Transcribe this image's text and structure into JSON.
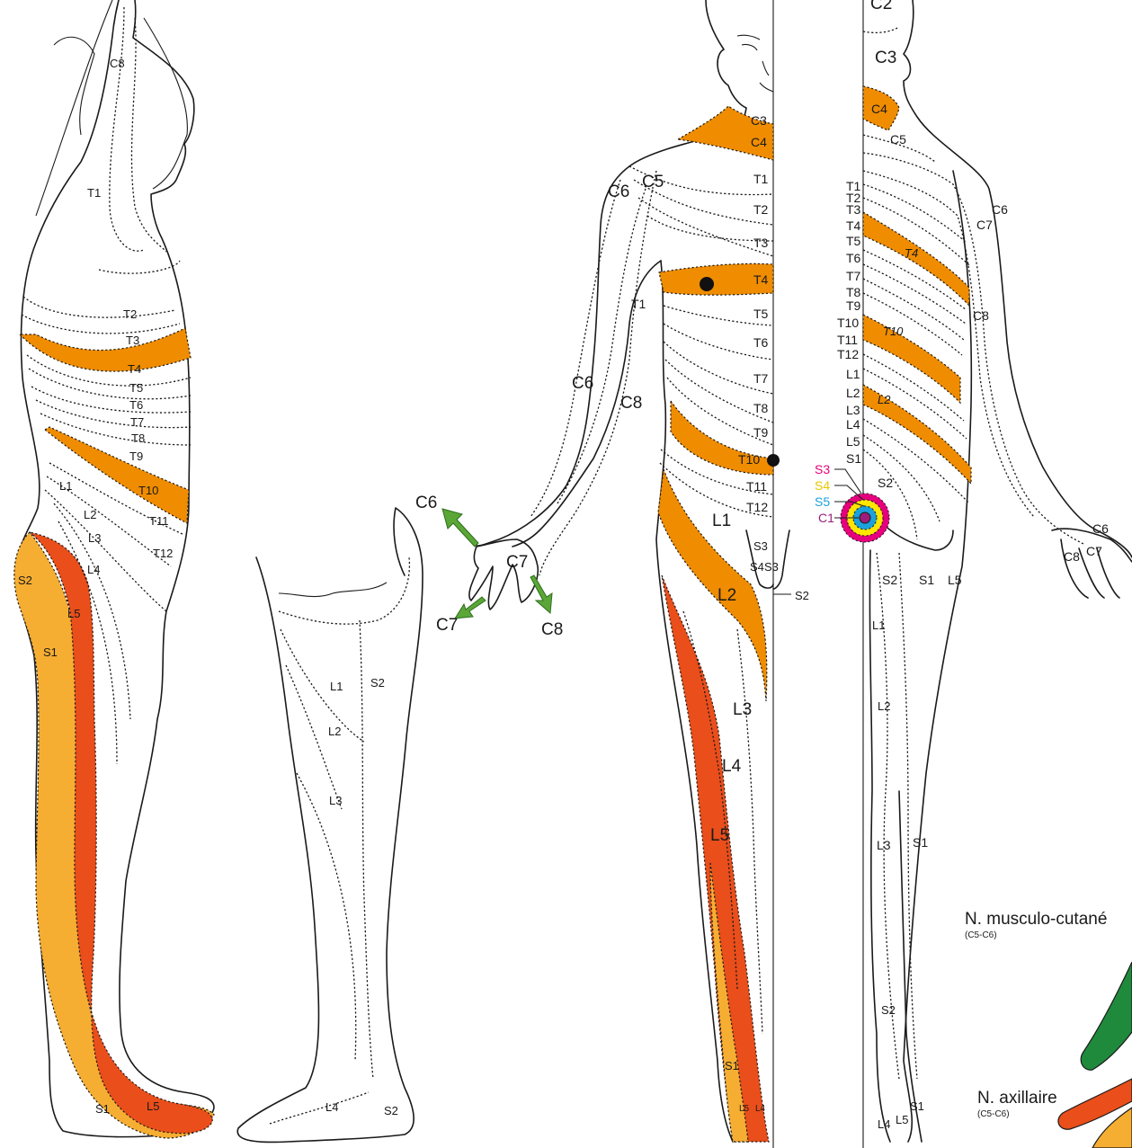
{
  "colors": {
    "thoracic_band": "#ef8c00",
    "l5_band": "#e94e1b",
    "s1_band": "#f6ae32",
    "arrow": "#5aa637",
    "nerve_green": "#1f8a3c",
    "anal_s3": "#e6007e",
    "anal_s4": "#ffe600",
    "anal_s5": "#1ba1dc",
    "anal_c1": "#9d1c7a"
  },
  "side_view": {
    "head": [
      "C8",
      "T1"
    ],
    "trunk": [
      "T2",
      "T3",
      "T4",
      "T5",
      "T6",
      "T7",
      "T8",
      "T9",
      "T10",
      "T11",
      "T12",
      "L1",
      "L2",
      "L3",
      "L4"
    ],
    "leg": [
      "S2",
      "L5",
      "S1",
      "S1",
      "L5"
    ]
  },
  "leg_view": [
    "L1",
    "S2",
    "L2",
    "L3",
    "L4",
    "S2"
  ],
  "front_view": {
    "neck": [
      "C3",
      "C4",
      "C5",
      "C6"
    ],
    "midline": [
      "T1",
      "T2",
      "T3",
      "T4",
      "T5",
      "T6",
      "T7",
      "T8",
      "T9",
      "T10",
      "T11",
      "T12"
    ],
    "arm": [
      "T1",
      "C6",
      "C8"
    ],
    "hand": [
      "C6",
      "C7",
      "C7",
      "C8"
    ],
    "groin": [
      "L1",
      "S3",
      "S4",
      "S3",
      "S2"
    ],
    "leg": [
      "L2",
      "L3",
      "L4",
      "L5",
      "S1",
      "L5",
      "L4"
    ]
  },
  "back_view": {
    "top": [
      "C2",
      "C3",
      "C4",
      "C5"
    ],
    "midline": [
      "T1",
      "T2",
      "T3",
      "T4",
      "T5",
      "T6",
      "T7",
      "T8",
      "T9",
      "T10",
      "T11",
      "T12",
      "L1",
      "L2",
      "L3",
      "L4",
      "L5",
      "S1"
    ],
    "band_italics": [
      "T4",
      "T10",
      "L2"
    ],
    "arm": [
      "C6",
      "C7",
      "C8"
    ],
    "hand": [
      "C6",
      "C8",
      "C7"
    ],
    "anal": [
      "S3",
      "S4",
      "S5",
      "C1"
    ],
    "buttock": [
      "S2",
      "S2",
      "S1",
      "L5"
    ],
    "leg": [
      "L1",
      "L2",
      "L3",
      "S1",
      "S2",
      "S1",
      "L4",
      "L5"
    ]
  },
  "nerves": [
    {
      "name": "N. musculo-cutané",
      "roots": "(C5-C6)"
    },
    {
      "name": "N. axillaire",
      "roots": "(C5-C6)"
    }
  ]
}
